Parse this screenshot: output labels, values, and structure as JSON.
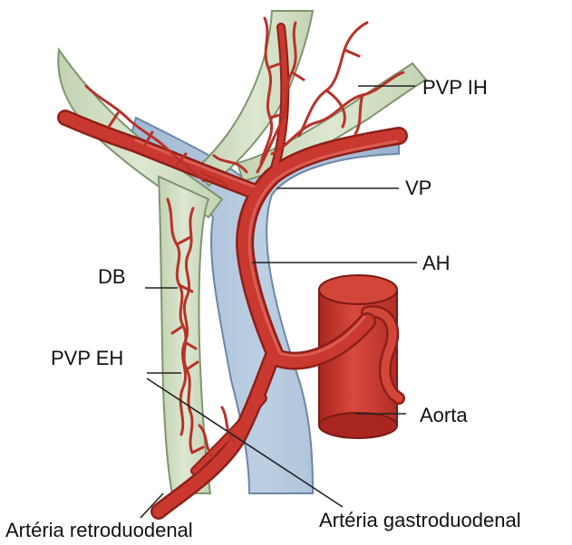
{
  "labels": {
    "pvp_ih": "PVP IH",
    "vp": "VP",
    "ah": "AH",
    "db": "DB",
    "pvp_eh": "PVP EH",
    "aorta": "Aorta",
    "arteria_retroduodenal": "Artéria retroduodenal",
    "arteria_gastroduodenal": "Artéria gastroduodenal"
  },
  "colors": {
    "artery": "#c9392f",
    "artery_dark": "#8e1f19",
    "artery_light": "#e0675c",
    "bile_duct": "#cfdcc0",
    "bile_duct_outline": "#7f9470",
    "portal_vein": "#a9bfd8",
    "portal_vein_outline": "#6d86a6",
    "leader_line": "#222222"
  }
}
